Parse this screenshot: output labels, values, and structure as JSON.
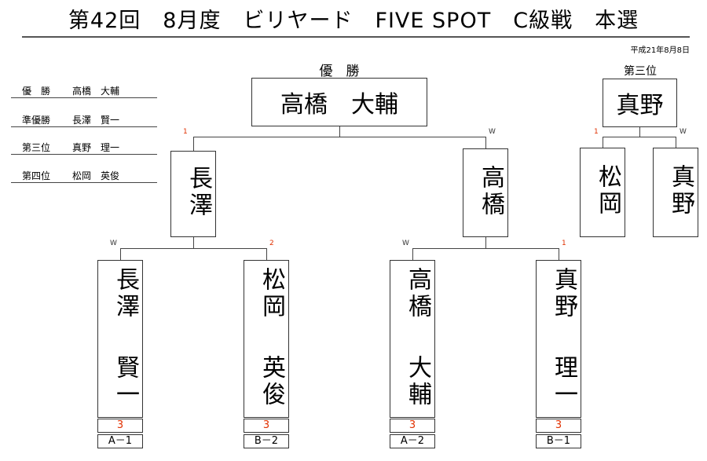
{
  "title": "第42回　8月度　ビリヤード　FIVE SPOT　C級戦　本選",
  "date": "平成21年8月8日",
  "summary": [
    {
      "rank": "優　勝",
      "name": "高橋　大輔"
    },
    {
      "rank": "準優勝",
      "name": "長澤　賢一"
    },
    {
      "rank": "第三位",
      "name": "真野　理一"
    },
    {
      "rank": "第四位",
      "name": "松岡　英俊"
    }
  ],
  "champion": {
    "label": "優　勝",
    "name": "高橋　大輔"
  },
  "third": {
    "label": "第三位",
    "name": "真野"
  },
  "semis": [
    {
      "name": "長澤",
      "score": "1"
    },
    {
      "name": "高橋",
      "score": "W"
    }
  ],
  "third_match": [
    {
      "name": "松岡",
      "score": "1"
    },
    {
      "name": "真野",
      "score": "W"
    }
  ],
  "first_round": [
    {
      "name_top": "長澤",
      "name_bottom": "賢一",
      "result": "W",
      "handicap": "3",
      "seed": "A－1"
    },
    {
      "name_top": "松岡",
      "name_bottom": "英俊",
      "result": "2",
      "handicap": "3",
      "seed": "B－2"
    },
    {
      "name_top": "高橋",
      "name_bottom": "大輔",
      "result": "W",
      "handicap": "3",
      "seed": "A－2"
    },
    {
      "name_top": "真野",
      "name_bottom": "理一",
      "result": "1",
      "handicap": "3",
      "seed": "B－1"
    }
  ],
  "colors": {
    "score_red": "#e03000",
    "line": "#444444"
  }
}
